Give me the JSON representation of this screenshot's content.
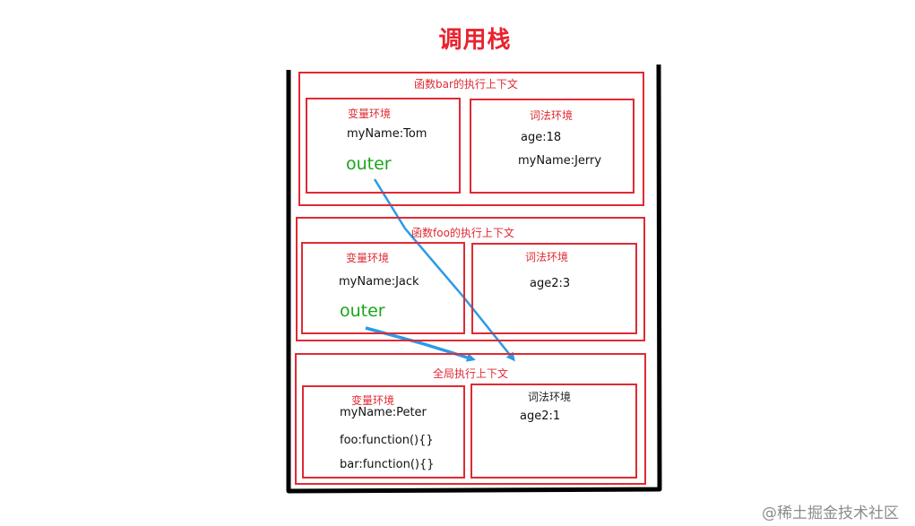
{
  "title": "调用栈",
  "stack_frames": [
    {
      "header": "函数bar的执行上下文",
      "variable_env": {
        "label": "变量环境",
        "entries": [
          "myName:Tom"
        ],
        "outer": "outer"
      },
      "lexical_env": {
        "label": "词法环境",
        "entries": [
          "age:18",
          "myName:Jerry"
        ]
      }
    },
    {
      "header": "函数foo的执行上下文",
      "variable_env": {
        "label": "变量环境",
        "entries": [
          "myName:Jack"
        ],
        "outer": "outer"
      },
      "lexical_env": {
        "label": "词法环境",
        "entries": [
          "age2:3"
        ]
      }
    },
    {
      "header": "全局执行上下文",
      "variable_env": {
        "label": "变量环境",
        "entries": [
          "myName:Peter",
          "foo:function(){}",
          "bar:function(){}"
        ]
      },
      "lexical_env": {
        "label": "词法环境",
        "entries": [
          "age2:1"
        ]
      }
    }
  ],
  "colors": {
    "title": "#e8232f",
    "box_border": "#e02a33",
    "outer_text": "#1aa51a",
    "arrow": "#2a9ae8"
  },
  "watermark": "@稀土掘金技术社区"
}
